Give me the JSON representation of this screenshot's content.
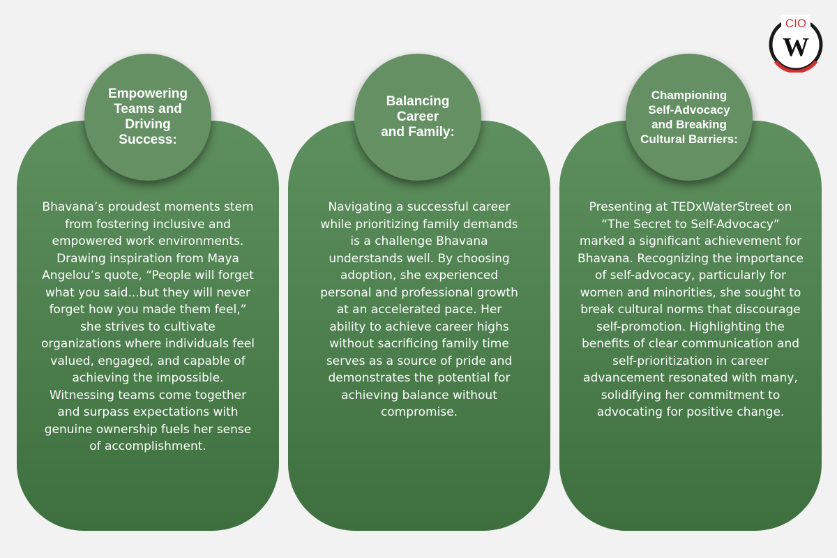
{
  "logo": {
    "text_top": "CIO",
    "text_center": "W",
    "ring_color": "#1a1a1a",
    "accent_color": "#d32f2f"
  },
  "colors": {
    "card_green": "#4f8250",
    "circle_green": "#649064",
    "background": "#f2f2f2"
  },
  "cards": [
    {
      "title": "Empowering\nTeams and\nDriving Success:",
      "body": "Bhavana’s proudest moments stem from fostering inclusive and empowered work environments. Drawing inspiration from Maya Angelou’s quote, “People will forget what you said...but they will never forget how you made them feel,” she strives to cultivate organizations where individuals feel valued, engaged, and capable of achieving the impossible. Witnessing teams come together and surpass expectations with genuine ownership fuels her sense of accomplishment."
    },
    {
      "title": "Balancing\nCareer\nand Family:",
      "body": "Navigating a successful career while prioritizing family demands is a challenge Bhavana understands well. By choosing adoption, she experienced personal and professional growth at an accelerated pace. Her ability to achieve career highs without sacrificing family time serves as a source of pride and demonstrates the potential for achieving balance without compromise."
    },
    {
      "title": "Championing\nSelf-Advocacy\nand Breaking\nCultural Barriers:",
      "body": "Presenting at TEDxWaterStreet on “The Secret to Self-Advocacy” marked a significant achievement for Bhavana. Recognizing the importance of self-advocacy, particularly for women and minorities, she sought to break cultural norms that discourage self-promotion. Highlighting the benefits of clear communication and self-prioritization in career advancement resonated with many, solidifying her commitment to advocating for positive change."
    }
  ]
}
